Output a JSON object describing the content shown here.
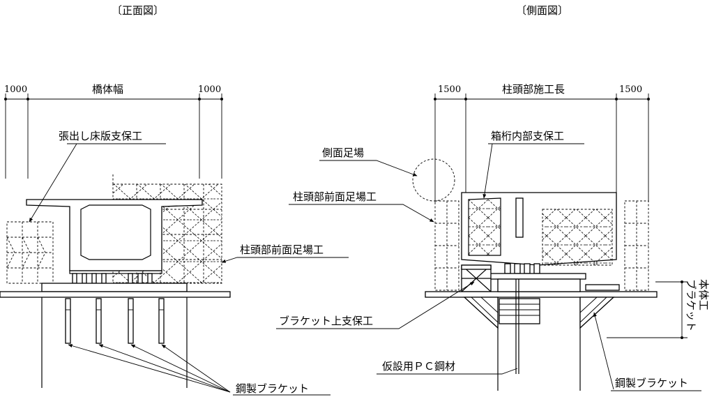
{
  "front": {
    "title": "〔正面図〕",
    "dims": {
      "left": "1000",
      "center": "橋体幅",
      "right": "1000"
    },
    "labels": {
      "overhang": "張出し床版支保工",
      "scaffold": "柱頭部前面足場工",
      "bracket": "鋼製ブラケット"
    }
  },
  "side": {
    "title": "〔側面図〕",
    "dims": {
      "left": "1500",
      "center": "柱頭部施工長",
      "right": "1500"
    },
    "labels": {
      "side_scaffold": "側面足場",
      "box_support": "箱桁内部支保工",
      "front_scaffold": "柱頭部前面足場工",
      "bracket_support": "ブラケット上支保工",
      "pc_steel": "仮設用ＰＣ鋼材",
      "bracket": "鋼製ブラケット",
      "bracket_body_1": "ブラケット",
      "bracket_body_2": "本体工"
    }
  }
}
